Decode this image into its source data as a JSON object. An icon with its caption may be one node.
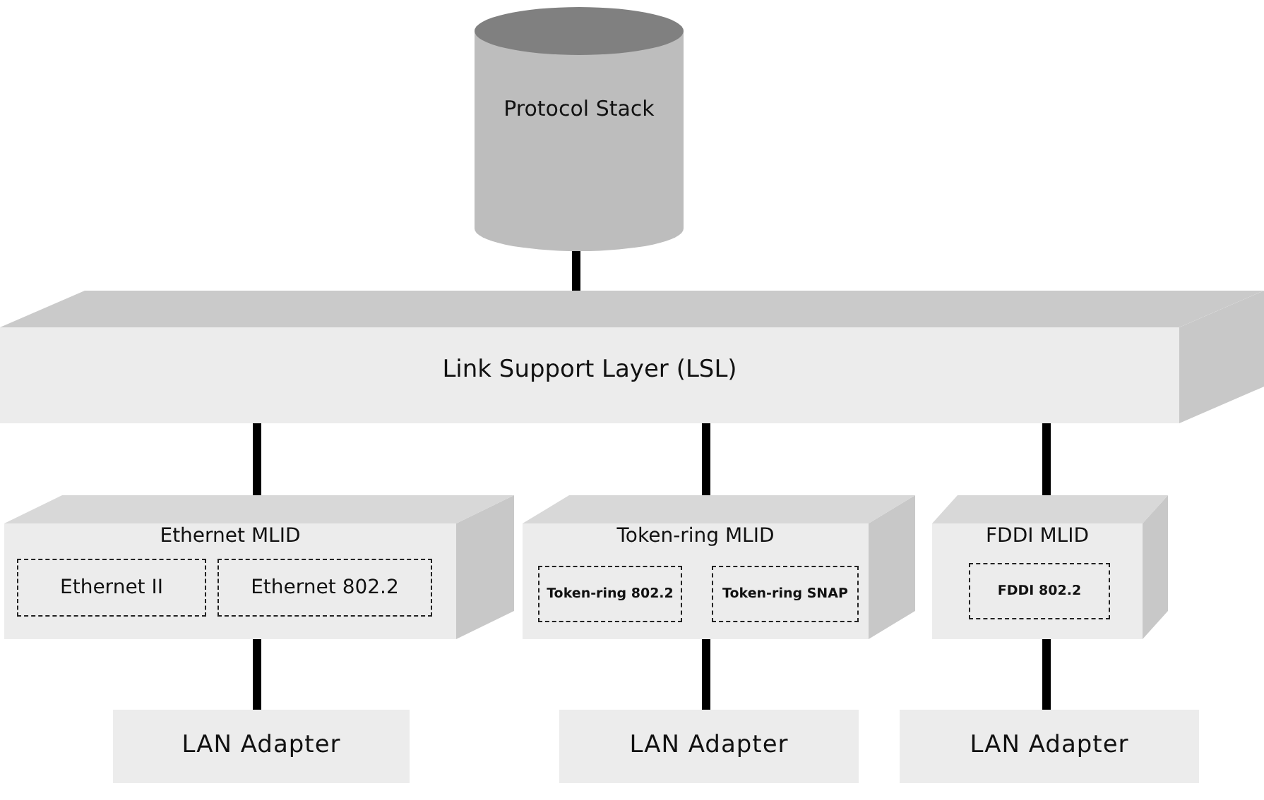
{
  "diagram": {
    "nodes": [
      {
        "text": [
          "Protocol Stack"
        ]
      },
      {
        "text": [
          "Link Support Layer (LSL)"
        ]
      },
      {
        "text": [
          "Ethernet MLID"
        ]
      },
      {
        "text": [
          "Ethernet II"
        ],
        "in": 2
      },
      {
        "text": [
          "Ethernet 802.2"
        ],
        "in": 2
      },
      {
        "text": [
          "Token-ring MLID"
        ]
      },
      {
        "text": [
          "Token-ring 802.2"
        ],
        "in": 5
      },
      {
        "text": [
          "Token-ring SNAP"
        ],
        "in": 5
      },
      {
        "text": [
          "FDDI MLID"
        ]
      },
      {
        "text": [
          "FDDI 802.2"
        ],
        "in": 8
      },
      {
        "text": [
          "LAN Adapter"
        ]
      },
      {
        "text": [
          "LAN Adapter"
        ]
      },
      {
        "text": [
          "LAN Adapter"
        ]
      }
    ],
    "edges": [
      {
        "from": 0,
        "to": 1,
        "arrow": "none"
      },
      {
        "from": 1,
        "to": 2,
        "arrow": "none"
      },
      {
        "from": 1,
        "to": 5,
        "arrow": "none"
      },
      {
        "from": 1,
        "to": 8,
        "arrow": "none"
      },
      {
        "from": 2,
        "to": 10,
        "arrow": "none"
      },
      {
        "from": 5,
        "to": 11,
        "arrow": "none"
      },
      {
        "from": 8,
        "to": 12,
        "arrow": "none"
      }
    ]
  }
}
